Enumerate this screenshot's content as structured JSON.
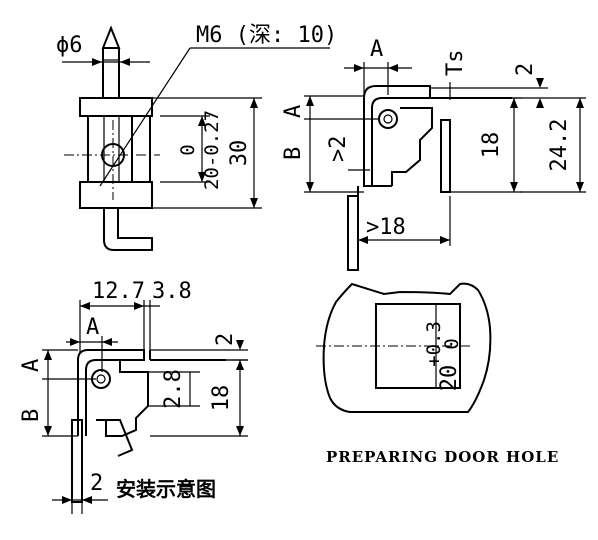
{
  "views": {
    "front": {
      "phi_label": "ϕ6",
      "thread_label": "M6 (深: 10)",
      "tolerance_label": "0",
      "tolerance_value": "20-0.27",
      "height_label": "30"
    },
    "side": {
      "a_label": "A",
      "ts_label": "Ts",
      "two_label": "2",
      "a_vert_label": "A",
      "b_vert_label": "B",
      "gt2_label": ">2",
      "eighteen_label": "18",
      "height_label": "24.2",
      "width_label": ">18"
    },
    "install": {
      "dim_12_7": "12.7",
      "dim_3_8": "3.8",
      "a_label": "A",
      "two_label": "2",
      "a_vert_label": "A",
      "b_vert_label": "B",
      "dim_2_8": "2.8",
      "eighteen_label": "18",
      "bottom_two_label": "2",
      "caption": "安装示意图"
    },
    "door_hole": {
      "tol_upper": "+0.3",
      "tol_lower": "0",
      "size_label": "20",
      "caption": "PREPARING DOOR HOLE"
    }
  }
}
